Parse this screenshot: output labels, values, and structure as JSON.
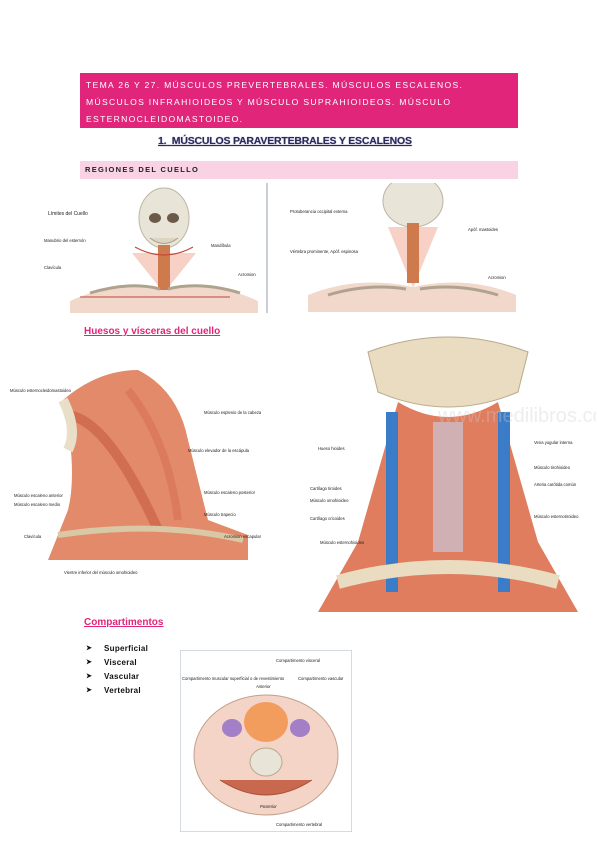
{
  "header": {
    "title": "TEMA 26 Y 27. MÚSCULOS PREVERTEBRALES. MÚSCULOS ESCALENOS. MÚSCULOS INFRAHIOIDEOS Y MÚSCULO SUPRAHIOIDEOS. MÚSCULO ESTERNOCLEIDOMASTOIDEO."
  },
  "section": {
    "number": "1.",
    "title": "MÚSCULOS PARAVERTEBRALES Y ESCALENOS"
  },
  "regions": {
    "label": "REGIONES DEL CUELLO"
  },
  "fig_front": {
    "caption": "Límites del Cuello",
    "labels": {
      "manubrio": "Manubrio del esternón",
      "clavicula": "Clavícula",
      "mandibula": "Mandíbula",
      "acromion": "Acromion"
    }
  },
  "fig_back": {
    "labels": {
      "protuberancia": "Protuberancia occipital externa",
      "mastoides": "Apóf. mastoides",
      "vertebra": "Vértebra prominente, Apóf. espinosa",
      "acromion": "Acromion"
    }
  },
  "huesos": {
    "heading": "Huesos y vísceras del cuello"
  },
  "fig_lateral": {
    "labels": {
      "ecm": "Músculo esternocleidomastoideo",
      "esplenio": "Músculo esplenio de la cabeza",
      "elevador": "Músculo elevador de la escápula",
      "escaleno_post": "Músculo escaleno posterior",
      "escaleno_ant": "Músculo escaleno anterior",
      "escaleno_med": "Músculo escaleno medio",
      "trapecio": "Músculo trapecio",
      "clavicula": "Clavícula",
      "acromion": "Acromion escapular",
      "omohioideo": "Vientre inferior del músculo omohioideo"
    }
  },
  "fig_anterior": {
    "watermark": "www.medilibros.com",
    "labels": {
      "hioides": "Hueso hioides",
      "tiroides": "Cartílago tiroides",
      "omohioideo": "Músculo omohioideo",
      "cricoides": "Cartílago cricoides",
      "esternohioideo": "Músculo esternohioideo",
      "yugular": "Vena yugular interna",
      "tirohioideo": "Músculo tirohioideo",
      "carotida": "Arteria carótida común",
      "esternotiroideo": "Músculo esternotiroideo"
    }
  },
  "compartimentos": {
    "heading": "Compartimentos",
    "items": [
      "Superficial",
      "Visceral",
      "Vascular",
      "Vertebral"
    ],
    "icon": "arrow-bullet-icon"
  },
  "fig_section": {
    "labels": {
      "muscular": "Compartimento muscular superficial o de revestimiento",
      "visceral": "Compartimento visceral",
      "vascular": "Compartimento vascular",
      "anterior": "Anterior",
      "posterior": "Posterior",
      "vertebral": "Compartimento vertebral"
    }
  }
}
